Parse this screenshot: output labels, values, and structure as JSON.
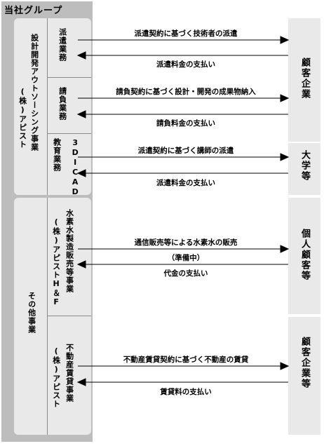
{
  "group": {
    "title": "当社グループ"
  },
  "left": {
    "outsourcing_business": "設計開発アウトソーシング事業",
    "outsourcing_company": "(株)アピスト",
    "sub_haken": "派遣業務",
    "sub_ukeoi": "請負業務",
    "sub_3dcad_a": "教育業務",
    "sub_3dcad_b": "3DICAD",
    "other_business": "その他事業",
    "water_business": "水素水製造販売等事業",
    "water_company": "(株)アピストH＆F",
    "realestate_business": "不動産賃貸事業",
    "realestate_company": "(株)アピスト"
  },
  "right": {
    "client_company_1": "顧客企業",
    "university": "大学等",
    "individual": "個人顧客等",
    "client_company_2": "顧客企業等"
  },
  "flows": {
    "f1_out": "派遣契約に基づく技術者の派遣",
    "f1_in": "派遣料金の支払い",
    "f2_out": "請負契約に基づく設計・開発の成果物納入",
    "f2_in": "請負料金の支払い",
    "f3_out": "派遣契約に基づく講師の派遣",
    "f3_in": "派遣料金の支払い",
    "f4_out": "通信販売等による水素水の販売",
    "f4_note": "（準備中）",
    "f4_in": "代金の支払い",
    "f5_out": "不動産賃貸契約に基づく不動産の賃貸",
    "f5_in": "賃貸料の支払い"
  }
}
